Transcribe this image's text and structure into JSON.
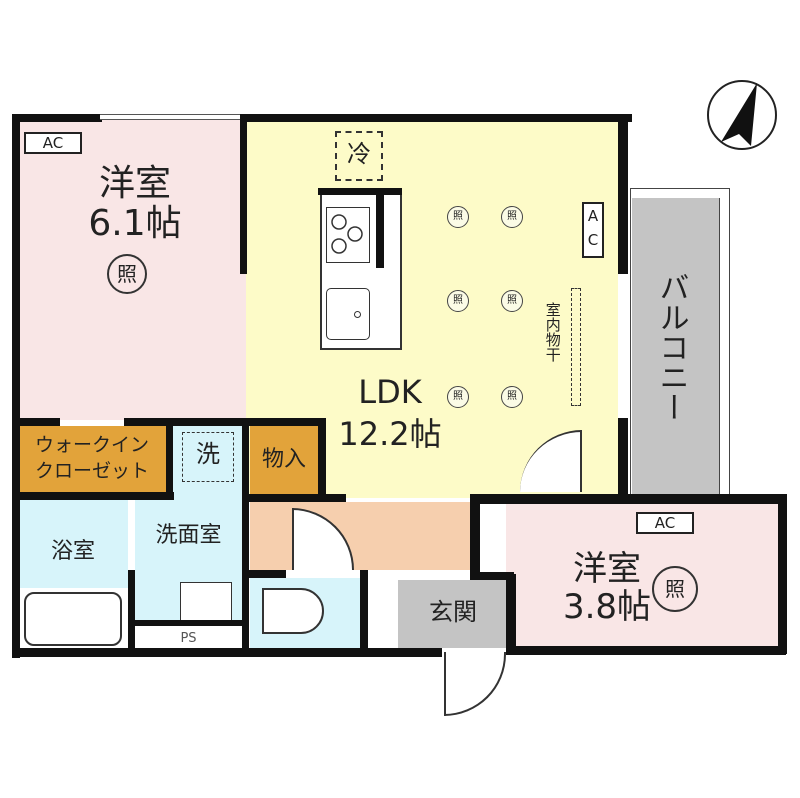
{
  "floor_plan": {
    "compass": {
      "label": "north-arrow",
      "direction": "NNE"
    },
    "rooms": {
      "western_room_1": {
        "name": "洋室",
        "size": "6.1帖",
        "light": "照",
        "ac": "AC",
        "color": "#f9e6e6"
      },
      "ldk": {
        "name": "LDK",
        "size": "12.2帖",
        "ac": "A C",
        "lights": [
          "照",
          "照",
          "照",
          "照",
          "照",
          "照"
        ],
        "fridge": "冷",
        "drying": "室内物干",
        "color": "#fdfbc8"
      },
      "walk_in_closet": {
        "line1": "ウォークイン",
        "line2": "クローゼット",
        "color": "#e2a33a"
      },
      "storage": {
        "name": "物入",
        "color": "#e2a33a"
      },
      "washer": {
        "name": "洗"
      },
      "bathroom": {
        "name": "浴室",
        "color": "#d7f4fa"
      },
      "washroom": {
        "name": "洗面室",
        "color": "#d7f4fa"
      },
      "ps": {
        "name": "PS"
      },
      "hallway": {
        "color": "#f6cfae"
      },
      "toilet": {
        "color": "#d7f4fa"
      },
      "entrance": {
        "name": "玄関",
        "color": "#c4c4c4"
      },
      "western_room_2": {
        "name": "洋室",
        "size": "3.8帖",
        "light": "照",
        "ac": "AC",
        "color": "#f9e6e6"
      },
      "balcony": {
        "name": "バルコニー",
        "color": "#c4c4c4"
      }
    }
  }
}
